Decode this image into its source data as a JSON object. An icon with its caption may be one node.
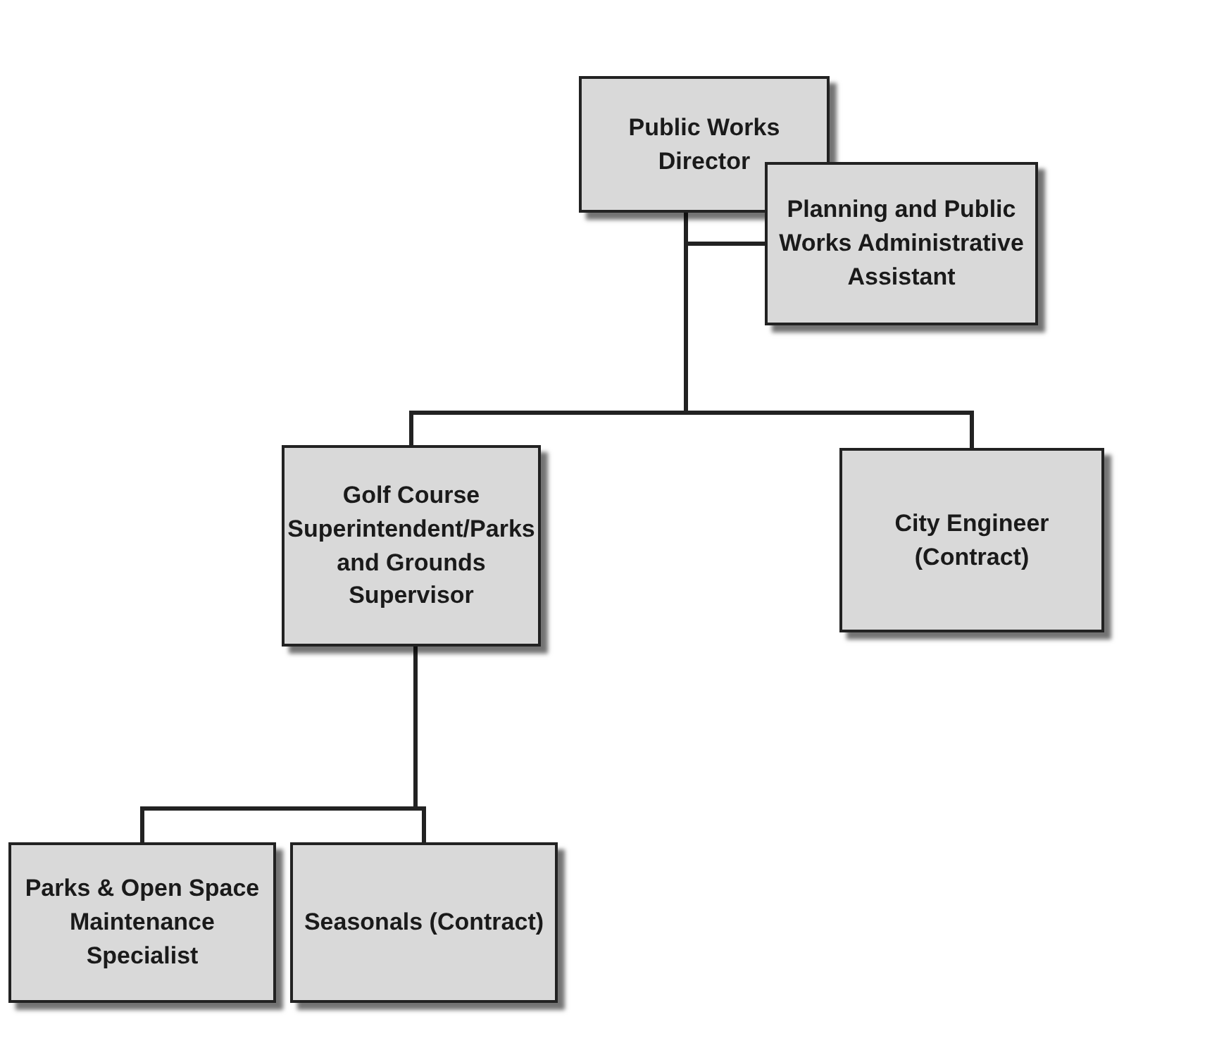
{
  "diagram": {
    "nodes": [
      {
        "text": [
          "Public Works Director"
        ]
      },
      {
        "text": [
          "Planning and Public Works Administrative Assistant"
        ]
      },
      {
        "text": [
          "Golf Course Superintendent/Parks and Grounds Supervisor"
        ]
      },
      {
        "text": [
          "City Engineer (Contract)"
        ]
      },
      {
        "text": [
          "Parks & Open Space Maintenance Specialist"
        ]
      },
      {
        "text": [
          "Seasonals (Contract)"
        ]
      }
    ],
    "edges": [
      {
        "from": 0,
        "to": 1,
        "arrow": "none"
      },
      {
        "from": 0,
        "to": 2,
        "arrow": "none"
      },
      {
        "from": 0,
        "to": 3,
        "arrow": "none"
      },
      {
        "from": 2,
        "to": 4,
        "arrow": "none"
      },
      {
        "from": 2,
        "to": 5,
        "arrow": "none"
      }
    ]
  }
}
